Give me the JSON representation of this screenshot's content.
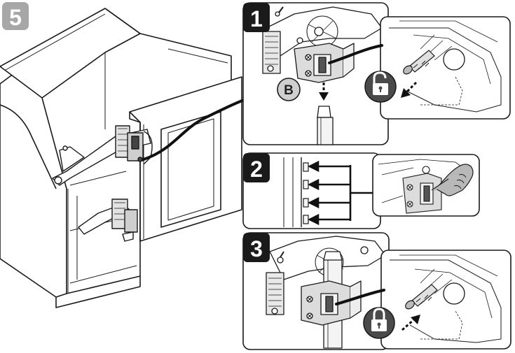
{
  "steps": {
    "main": "5",
    "one": "1",
    "two": "2",
    "three": "3"
  },
  "callout_label": "B",
  "icons": {
    "unlock": "unlocked-padlock-icon",
    "lock": "locked-padlock-icon",
    "pointer": "pointing-hand-icon"
  },
  "colors": {
    "step_badge_main": "#a7a7a7",
    "step_badge_sub": "#1a1a1a",
    "callout_fill": "#cfcfcf",
    "padlock_fill": "#4a4a4a",
    "line": "#1a1a1a"
  }
}
